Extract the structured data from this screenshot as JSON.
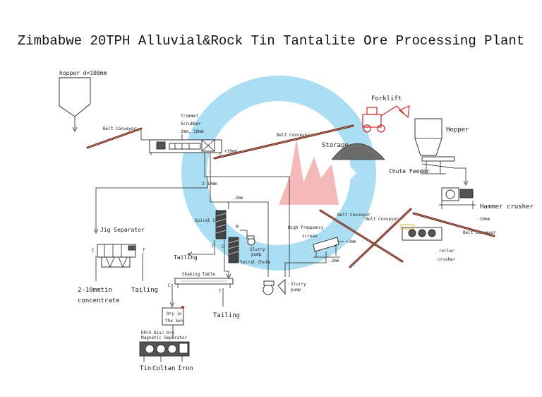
{
  "title": "Zimbabwe 20TPH Alluvial&Rock Tin Tantalite Ore Processing Plant",
  "labels": {
    "hopper_top": "hopper d<100mm",
    "belt_conveyor_1": "Belt Conveyor",
    "trommel": "Trommel",
    "scrubber": "Scrubber",
    "trommel_size": "2mm, 10mm",
    "belt_conveyor_2": "Belt Conveyor",
    "plus_10mm": "+10mm",
    "forklift": "Forklift",
    "storage": "Storage",
    "hopper_right": "Hopper",
    "chute_feeder": "Chute Feeder",
    "hammer_crusher": "Hammer crusher",
    "minus_10mm": "-10mm",
    "belt_conveyor_3": "Belt Conveyor",
    "belt_conveyor_4": "Belt Conveyor",
    "belt_conveyor_5": "Belt Conveyor",
    "roller_crusher_1": "roller",
    "roller_crusher_2": "crusher",
    "size_2_10mm": "2-10mm",
    "minus_2mm": "-2mm",
    "jig_separator": "Jig Separator",
    "jig_c": "C",
    "jig_t": "T",
    "jig_concentrate_1": "2-10mmtin",
    "jig_concentrate_2": "concentrate",
    "jig_tailing": "Tailing",
    "spiral_chute_1": "Spiral Chute",
    "spiral_chute_2": "Spiral Chute",
    "spiral_t": "T",
    "spiral_c": "C",
    "spiral_m": "M",
    "slurry_pump_small_1": "Slurry",
    "slurry_pump_small_2": "pump",
    "spiral_tailing": "Tailing",
    "hf_screen_1": "High frequency",
    "hf_screen_2": "screen",
    "plus_2mm": "+2mm",
    "minus_2mm_b": "-2mm",
    "shaking_table": "Shaking Table",
    "table_c": "C",
    "table_t": "T",
    "table_tailing": "Tailing",
    "slurry_pump_1": "Slurry",
    "slurry_pump_2": "pump",
    "dry_sun_1": "Dry in",
    "dry_sun_2": "the Sun",
    "magnetic_1": "DPCS Disc Dry",
    "magnetic_2": "Magnetic Separator",
    "out_tin": "Tin",
    "out_coltan": "Coltan",
    "out_iron": "Iron"
  },
  "colors": {
    "belt": "#6b2a1c",
    "logo_blue": "#8fd3ef",
    "logo_red": "#f2a2a2",
    "dot_red": "#d22020"
  }
}
